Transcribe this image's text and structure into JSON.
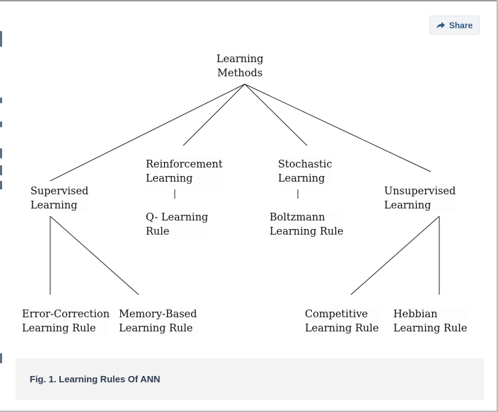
{
  "share": {
    "label": "Share",
    "icon": "share-arrow-icon"
  },
  "diagram": {
    "root": "Learning\nMethods",
    "supervised": "Supervised\nLearning",
    "reinforcement": "Reinforcement\nLearning",
    "stochastic": "Stochastic\nLearning",
    "unsupervised": "Unsupervised\nLearning",
    "q_learning": "Q- Learning\nRule",
    "boltzmann": "Boltzmann\nLearning Rule",
    "error_correction": "Error-Correction\nLearning Rule",
    "memory_based": "Memory-Based\nLearning Rule",
    "competitive": "Competitive\nLearning Rule",
    "hebbian": "Hebbian\nLearning Rule"
  },
  "caption": "Fig. 1. Learning Rules Of ANN"
}
